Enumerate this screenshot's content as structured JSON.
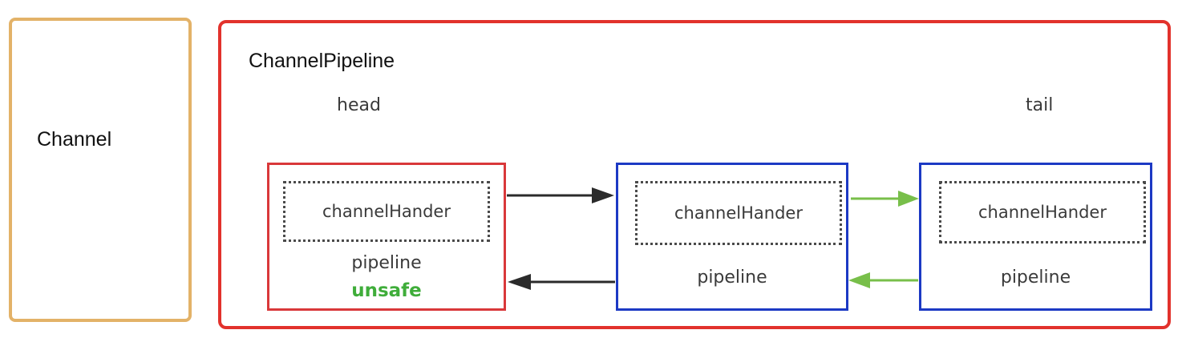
{
  "channel": {
    "label": "Channel",
    "border_color": "#e3b268"
  },
  "pipeline": {
    "title": "ChannelPipeline",
    "border_color": "#e2322c",
    "head_label": "head",
    "tail_label": "tail"
  },
  "nodes": [
    {
      "handler": "channelHander",
      "pipeline": "pipeline",
      "unsafe": "unsafe",
      "border_color": "#d9383a"
    },
    {
      "handler": "channelHander",
      "pipeline": "pipeline",
      "border_color": "#1c39c4"
    },
    {
      "handler": "channelHander",
      "pipeline": "pipeline",
      "border_color": "#1c39c4"
    }
  ],
  "arrow_colors": {
    "head_links": "#2b2b2b",
    "tail_links": "#78bf4a"
  }
}
